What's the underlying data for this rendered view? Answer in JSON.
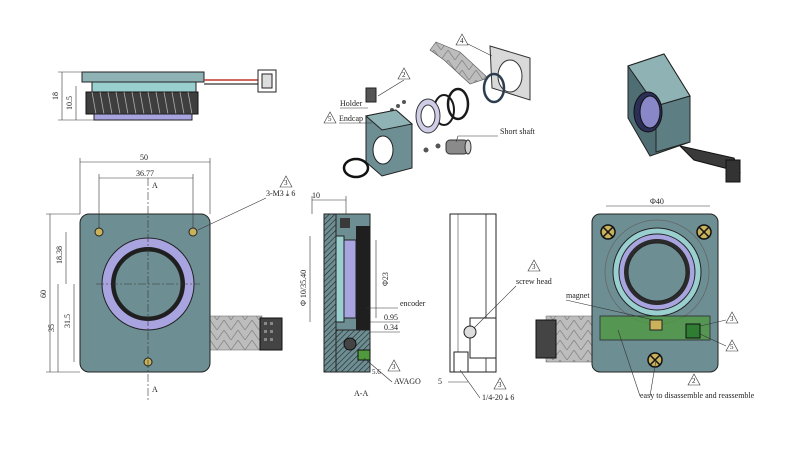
{
  "front_view": {
    "dim_width": "50",
    "dim_hole_spacing": "36.77",
    "dim_height": "60",
    "dim_18_38": "18.38",
    "dim_35": "35",
    "dim_31_5": "31.5",
    "screw_note_num": "3",
    "screw_note": "3-M3 ⤓ 6",
    "section_mark_top": "A",
    "section_mark_bottom": "A"
  },
  "side_top": {
    "dim_18": "18",
    "dim_10_5": "10.5"
  },
  "exploded": {
    "holder_num": "2",
    "holder_label": "Holder",
    "endcap_num": "5",
    "endcap_label": "Endcap",
    "shaft_label": "Short shaft",
    "plate_num": "4"
  },
  "section_view": {
    "dim_10": "10",
    "dim_bore": "Φ 10/35.40",
    "dim_23": "Φ23",
    "encoder_label": "encoder",
    "dim_0_95": "0.95",
    "dim_0_34": "0.34",
    "dim_5_6": "5.6",
    "avago_num": "3",
    "avago_label": "AVAGO",
    "caption": "A-A"
  },
  "side_view": {
    "screw_head_num": "3",
    "screw_head_label": "screw head",
    "dim_5": "5",
    "thread_num": "3",
    "thread_label": "1/4-20 ⤓ 6"
  },
  "rear_view": {
    "dim_40": "Φ40",
    "magnet_label": "magnet",
    "note_num_a": "3",
    "note_num_b": "5",
    "reassemble_num": "2",
    "reassemble_label": "easy to disassemble and reassemble"
  },
  "colors": {
    "housing": "#6d8f94",
    "housing_dark": "#4f6e73",
    "ring_lavender": "#a8a4e0",
    "cable_grey": "#b9b9b9",
    "pcb_green": "#4e9a3c",
    "gear": "#333333"
  }
}
